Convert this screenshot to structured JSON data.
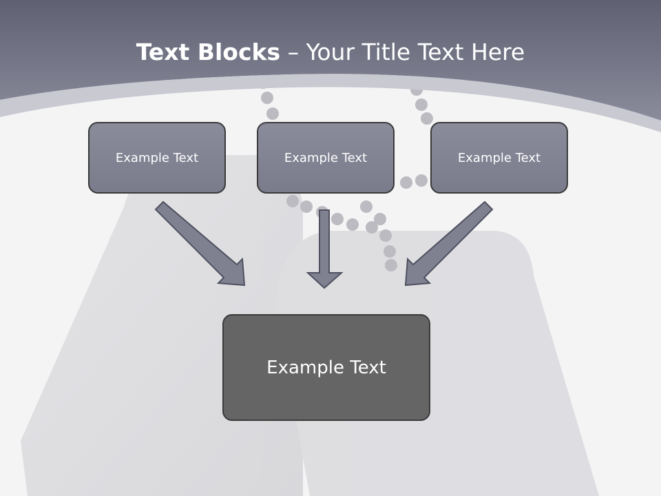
{
  "slide": {
    "title_bold": "Text Blocks",
    "title_dash": " – ",
    "title_rest": "Your Title Text Here",
    "top_blocks": [
      {
        "label": "Example Text"
      },
      {
        "label": "Example Text"
      },
      {
        "label": "Example Text"
      }
    ],
    "bottom_block": {
      "label": "Example Text"
    }
  },
  "colors": {
    "header": "#6b6d7e",
    "block": "#7f8090",
    "bottom_block": "#656565",
    "arrow": "#7f8090",
    "background": "#f3f3f4"
  }
}
